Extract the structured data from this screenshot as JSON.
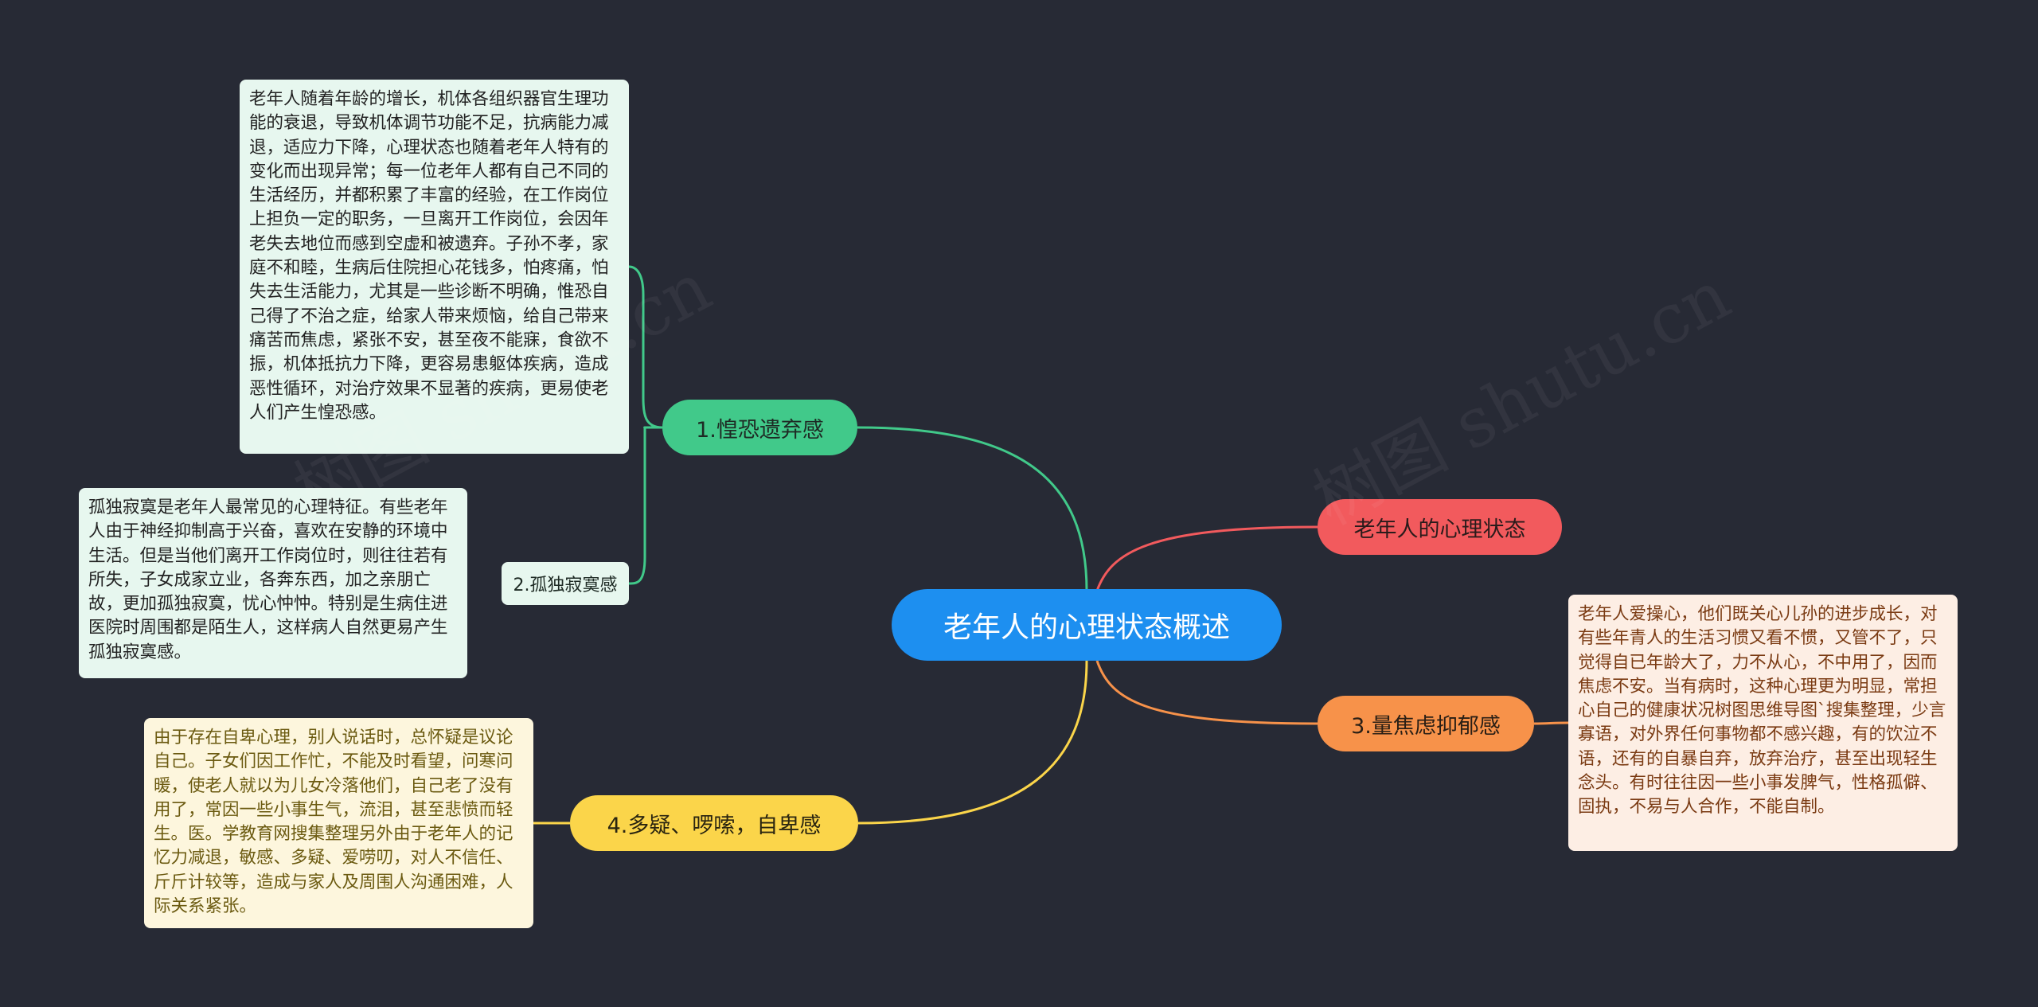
{
  "root": {
    "label": "老年人的心理状态概述",
    "color": "#1d8ff0"
  },
  "branches": [
    {
      "label": "1.惶恐遗弃感",
      "color": "#41c98a",
      "note": "老年人随着年龄的增长，机体各组织器官生理功能的衰退，导致机体调节功能不足，抗病能力减退，适应力下降，心理状态也随着老年人特有的变化而出现异常；每一位老年人都有自己不同的生活经历，并都积累了丰富的经验，在工作岗位上担负一定的职务，一旦离开工作岗位，会因年老失去地位而感到空虚和被遗弃。子孙不孝，家庭不和睦，生病后住院担心花钱多，怕疼痛，怕失去生活能力，尤其是一些诊断不明确，惟恐自己得了不治之症，给家人带来烦恼，给自己带来痛苦而焦虑，紧张不安，甚至夜不能寐，食欲不振，机体抵抗力下降，更容易患躯体疾病，造成恶性循环，对治疗效果不显著的疾病，更易使老人们产生惶恐感。"
    },
    {
      "label": "2.孤独寂寞感",
      "color": "#e7f7ef",
      "note": "孤独寂寞是老年人最常见的心理特征。有些老年人由于神经抑制高于兴奋，喜欢在安静的环境中生活。但是当他们离开工作岗位时，则往往若有所失，子女成家立业，各奔东西，加之亲朋亡故，更加孤独寂寞，忧心忡忡。特别是生病住进医院时周围都是陌生人，这样病人自然更易产生孤独寂寞感。"
    },
    {
      "label": "老年人的心理状态",
      "color": "#f25a5d"
    },
    {
      "label": "3.量焦虑抑郁感",
      "color": "#f7924a",
      "note": "老年人爱操心，他们既关心儿孙的进步成长，对有些年青人的生活习惯又看不惯，又管不了，只觉得自已年龄大了，力不从心，不中用了，因而焦虑不安。当有病时，这种心理更为明显，常担心自己的健康状况树图思维导图`搜集整理，少言寡语，对外界任何事物都不感兴趣，有的饮泣不语，还有的自暴自弃，放弃治疗，甚至出现轻生念头。有时往往因一些小事发脾气，性格孤僻、固执，不易与人合作，不能自制。"
    },
    {
      "label": "4.多疑、啰嗦，自卑感",
      "color": "#fbd54a",
      "note": "由于存在自卑心理，别人说话时，总怀疑是议论自己。子女们因工作忙，不能及时看望，问寒问暖，使老人就以为儿女冷落他们，自己老了没有用了，常因一些小事生气，流泪，甚至悲愤而轻生。医。学教育网搜集整理另外由于老年人的记忆力减退，敏感、多疑、爱唠叨，对人不信任、斤斤计较等，造成与家人及周围人沟通困难，人际关系紧张。"
    }
  ],
  "watermark": "树图 shutu.cn"
}
